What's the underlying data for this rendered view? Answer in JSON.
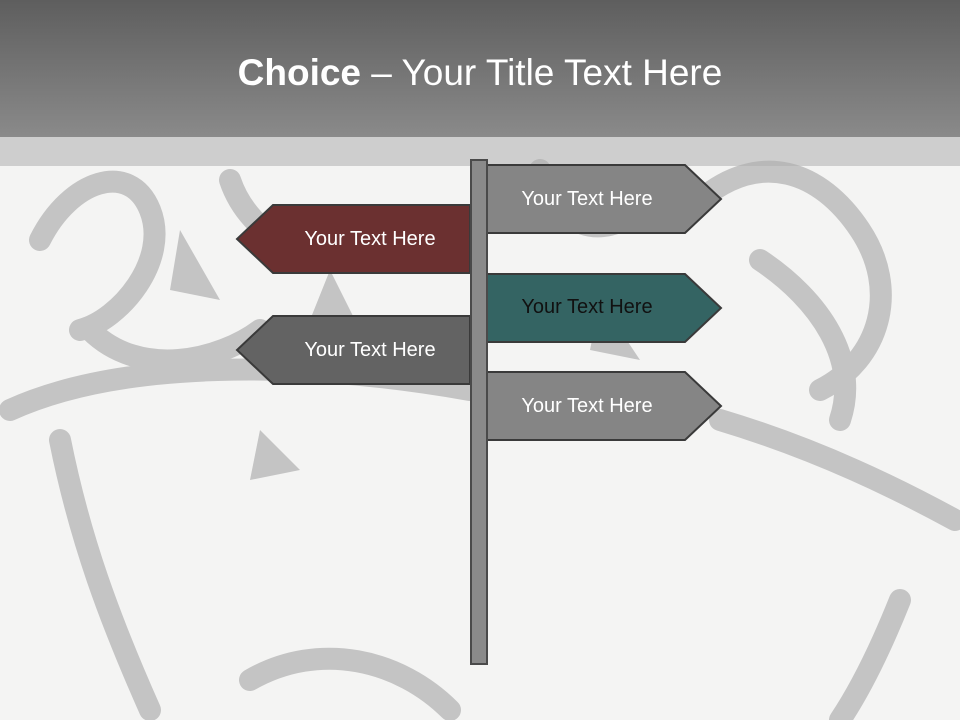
{
  "title": {
    "bold": "Choice",
    "rest": " – Your Title Text Here"
  },
  "signs": [
    {
      "label": "Your Text Here",
      "direction": "right",
      "color": "#858585"
    },
    {
      "label": "Your Text Here",
      "direction": "left",
      "color": "#6b3030"
    },
    {
      "label": "Your Text Here",
      "direction": "right",
      "color": "#346463"
    },
    {
      "label": "Your Text Here",
      "direction": "left",
      "color": "#636363"
    },
    {
      "label": "Your Text Here",
      "direction": "right",
      "color": "#858585"
    }
  ],
  "colors": {
    "header": "#6e6e6e",
    "pole": "#8a8a8a",
    "background": "#f4f4f3"
  }
}
